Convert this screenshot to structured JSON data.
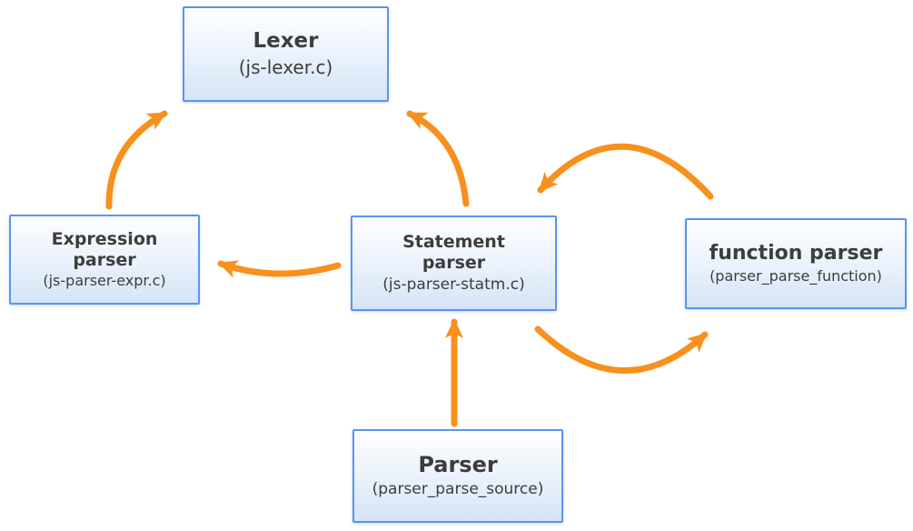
{
  "diagram": {
    "nodes": [
      {
        "id": "lexer",
        "title": "Lexer",
        "subtitle": "(js-lexer.c)"
      },
      {
        "id": "expression-parser",
        "title": "Expression\nparser",
        "subtitle": "(js-parser-expr.c)"
      },
      {
        "id": "statement-parser",
        "title": "Statement\nparser",
        "subtitle": "(js-parser-statm.c)"
      },
      {
        "id": "function-parser",
        "title": "function parser",
        "subtitle": "(parser_parse_function)"
      },
      {
        "id": "parser",
        "title": "Parser",
        "subtitle": "(parser_parse_source)"
      }
    ],
    "edges": [
      {
        "from": "expression-parser",
        "to": "lexer"
      },
      {
        "from": "statement-parser",
        "to": "lexer"
      },
      {
        "from": "statement-parser",
        "to": "expression-parser"
      },
      {
        "from": "function-parser",
        "to": "statement-parser"
      },
      {
        "from": "statement-parser",
        "to": "function-parser"
      },
      {
        "from": "parser",
        "to": "statement-parser"
      }
    ],
    "colors": {
      "arrow": "#F8901D",
      "node_border": "#5B95EE",
      "node_fill_top": "#FEFEFF",
      "node_fill_bottom": "#D5E4F7",
      "text": "#3D3D3D",
      "background": "#FFFFFF"
    }
  }
}
